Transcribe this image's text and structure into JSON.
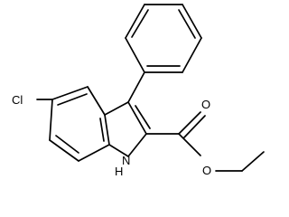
{
  "molecule": {
    "atoms": {
      "chlorine": "Cl",
      "indole_nh": "N",
      "indole_nh_h": "H",
      "ester_carbonyl_oxygen": "O",
      "ester_ether_oxygen": "O"
    }
  },
  "colors": {
    "background": "#ffffff",
    "bonds": "#000000",
    "labels": "#000000"
  }
}
